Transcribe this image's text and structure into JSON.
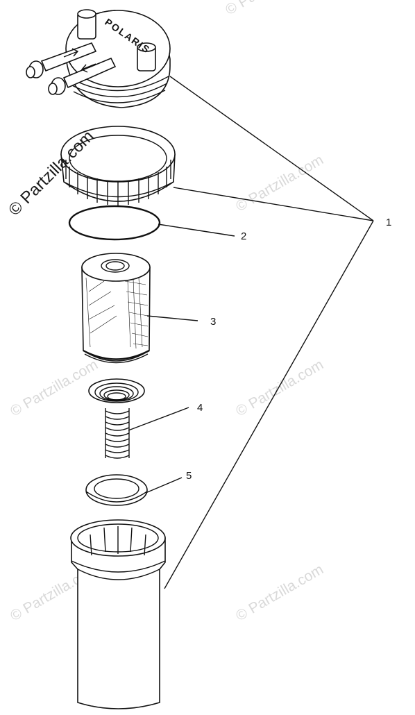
{
  "watermark_text": "© Partzilla.com",
  "brand_mark": "POLARIS",
  "callouts": [
    {
      "id": "1",
      "label": "1"
    },
    {
      "id": "2",
      "label": "2"
    },
    {
      "id": "3",
      "label": "3"
    },
    {
      "id": "4",
      "label": "4"
    },
    {
      "id": "5",
      "label": "5"
    }
  ],
  "colors": {
    "line": "#111111",
    "watermark": "#d9d9d9",
    "background": "#ffffff"
  }
}
